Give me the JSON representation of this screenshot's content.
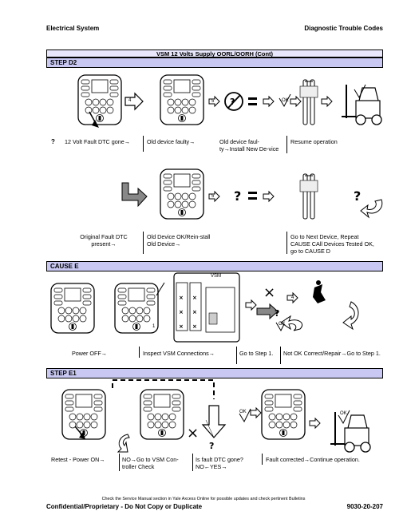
{
  "header": {
    "left": "Electrical System",
    "right": "Diagnostic Trouble Codes"
  },
  "title": "VSM 12 Volts Supply OORL/OORH (Cont)",
  "step_d2": {
    "label": "STEP D2",
    "callout_4": "4",
    "callout_5a": "5",
    "callout_5b": "5",
    "ok": "OK",
    "caption_q": "?",
    "caption_1": "12 Volt Fault DTC gone→",
    "caption_2": "Old device faulty→",
    "caption_3": "Old device faul-ty→Install New De-vice",
    "caption_4": "Resume operation",
    "caption_5": "Original Fault DTC present→",
    "caption_6": "Old Device OK/Rein-stall Old Device→",
    "caption_7": "Go to Next Device, Repeat CAUSE CAll Devices Tested OK, go to CAUSE D"
  },
  "cause_e": {
    "label": "CAUSE E",
    "vsm": "VSM",
    "callout_1": "1",
    "callout_4": "4",
    "ok": "OK",
    "caption_1": "Power OFF→",
    "caption_2": "Inspect VSM Connections→",
    "caption_3": "Go to Step 1.",
    "caption_4": "Not OK Correct/Repair→Go to Step 1."
  },
  "step_e1": {
    "label": "STEP E1",
    "ok_a": "OK",
    "ok_b": "OK",
    "caption_1": "Retest - Power ON→",
    "caption_2": "NO→Go to VSM Con-troller Check",
    "caption_3": "Is fault DTC gone? NO←YES→",
    "caption_4": "Fault corrected→Continue operation."
  },
  "footer": {
    "note": "Check the Service Manual section in Yale Axcess Online for possible updates and check pertinent Bulletins",
    "left": "Confidential/Proprietary - Do Not Copy or Duplicate",
    "right": "9030-20-207"
  }
}
